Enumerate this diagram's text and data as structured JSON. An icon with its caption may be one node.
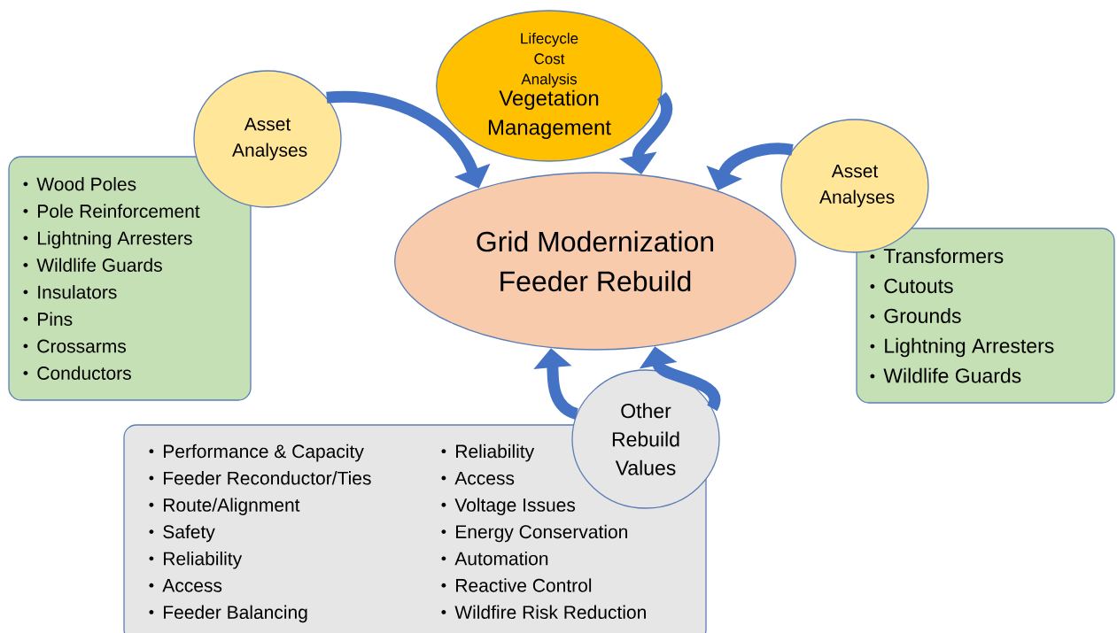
{
  "diagram": {
    "nodes": [
      {
        "text": [
          "Grid Modernization Feeder Rebuild"
        ]
      },
      {
        "text": [
          "Asset Analyses"
        ]
      },
      {
        "text": [
          "Wood Poles",
          "Pole Reinforcement",
          "Lightning Arresters",
          "Wildlife Guards",
          "Insulators",
          "Pins",
          "Crossarms",
          "Conductors"
        ]
      },
      {
        "text": [
          "Lifecycle Cost Analysis",
          "Vegetation Management"
        ]
      },
      {
        "text": [
          "Asset Analyses"
        ]
      },
      {
        "text": [
          "Transformers",
          "Cutouts",
          "Grounds",
          "Lightning Arresters",
          "Wildlife Guards"
        ]
      },
      {
        "text": [
          "Other Rebuild Values"
        ]
      },
      {
        "text": [
          "Performance & Capacity",
          "Feeder Reconductor/Ties",
          "Route/Alignment",
          "Safety",
          "Reliability",
          "Access",
          "Feeder Balancing",
          "Reliability",
          "Access",
          "Voltage Issues",
          "Energy Conservation",
          "Automation",
          "Reactive Control",
          "Wildfire Risk Reduction"
        ]
      }
    ],
    "edges": [
      {
        "from": 1,
        "to": 0,
        "arrow": "to"
      },
      {
        "from": 3,
        "to": 0,
        "arrow": "to"
      },
      {
        "from": 4,
        "to": 0,
        "arrow": "to"
      },
      {
        "from": 6,
        "to": 0,
        "arrow": "to"
      },
      {
        "from": 6,
        "to": 0,
        "arrow": "to"
      }
    ]
  }
}
